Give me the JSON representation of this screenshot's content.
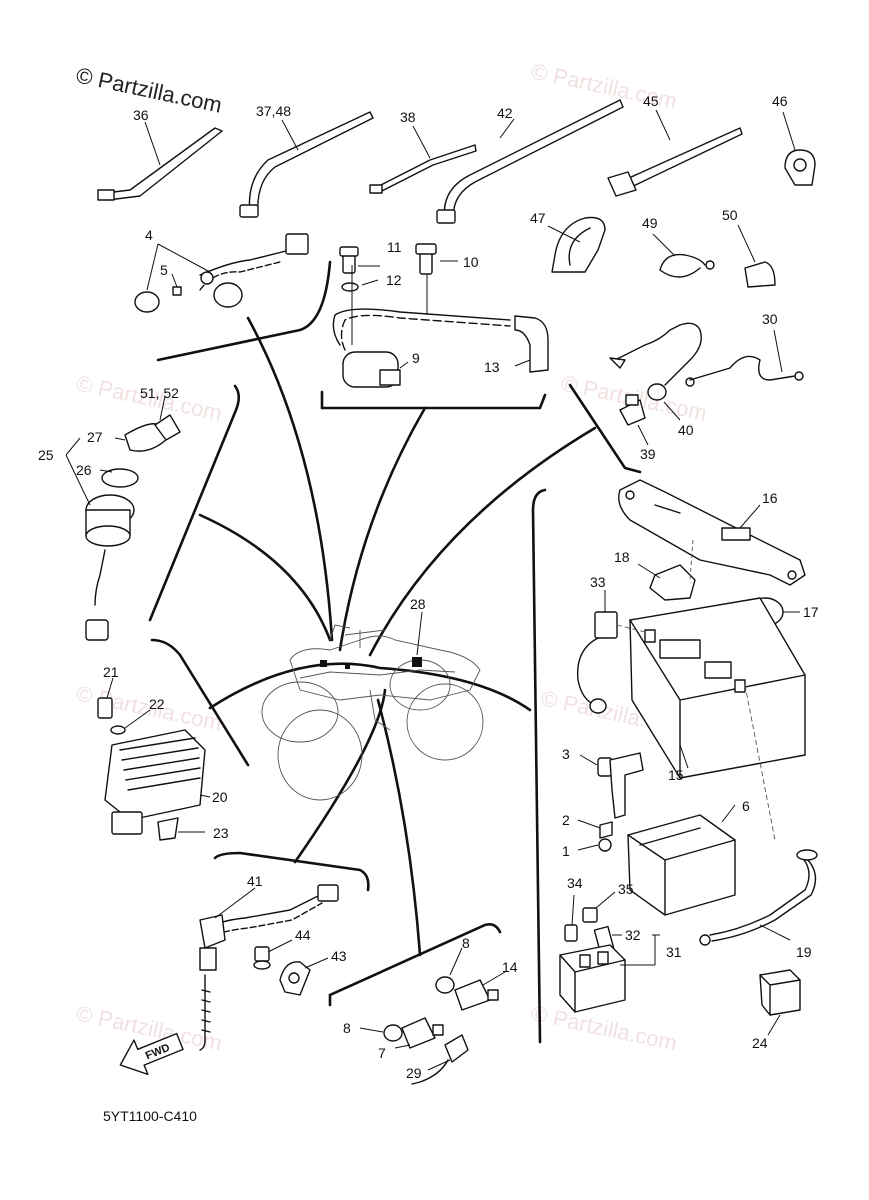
{
  "watermark": "© Partzilla.com",
  "brand": "© Partzilla.com",
  "diagram_code": "5YT1100-C410",
  "fwd_label": "FWD",
  "callouts": {
    "c36": "36",
    "c3748": "37,48",
    "c38": "38",
    "c42": "42",
    "c45": "45",
    "c46": "46",
    "c4": "4",
    "c5": "5",
    "c11": "11",
    "c10": "10",
    "c12": "12",
    "c9": "9",
    "c13": "13",
    "c47": "47",
    "c49": "49",
    "c50": "50",
    "c30": "30",
    "c39": "39",
    "c40": "40",
    "c5152": "51, 52",
    "c27": "27",
    "c25": "25",
    "c26": "26",
    "c16": "16",
    "c18": "18",
    "c33": "33",
    "c17": "17",
    "c15": "15",
    "c28": "28",
    "c21": "21",
    "c22": "22",
    "c20": "20",
    "c23": "23",
    "c3": "3",
    "c2": "2",
    "c1": "1",
    "c6": "6",
    "c34": "34",
    "c35": "35",
    "c32": "32",
    "c31": "31",
    "c19": "19",
    "c24": "24",
    "c41": "41",
    "c44": "44",
    "c43": "43",
    "c8a": "8",
    "c14": "14",
    "c8b": "8",
    "c7": "7",
    "c29": "29"
  }
}
